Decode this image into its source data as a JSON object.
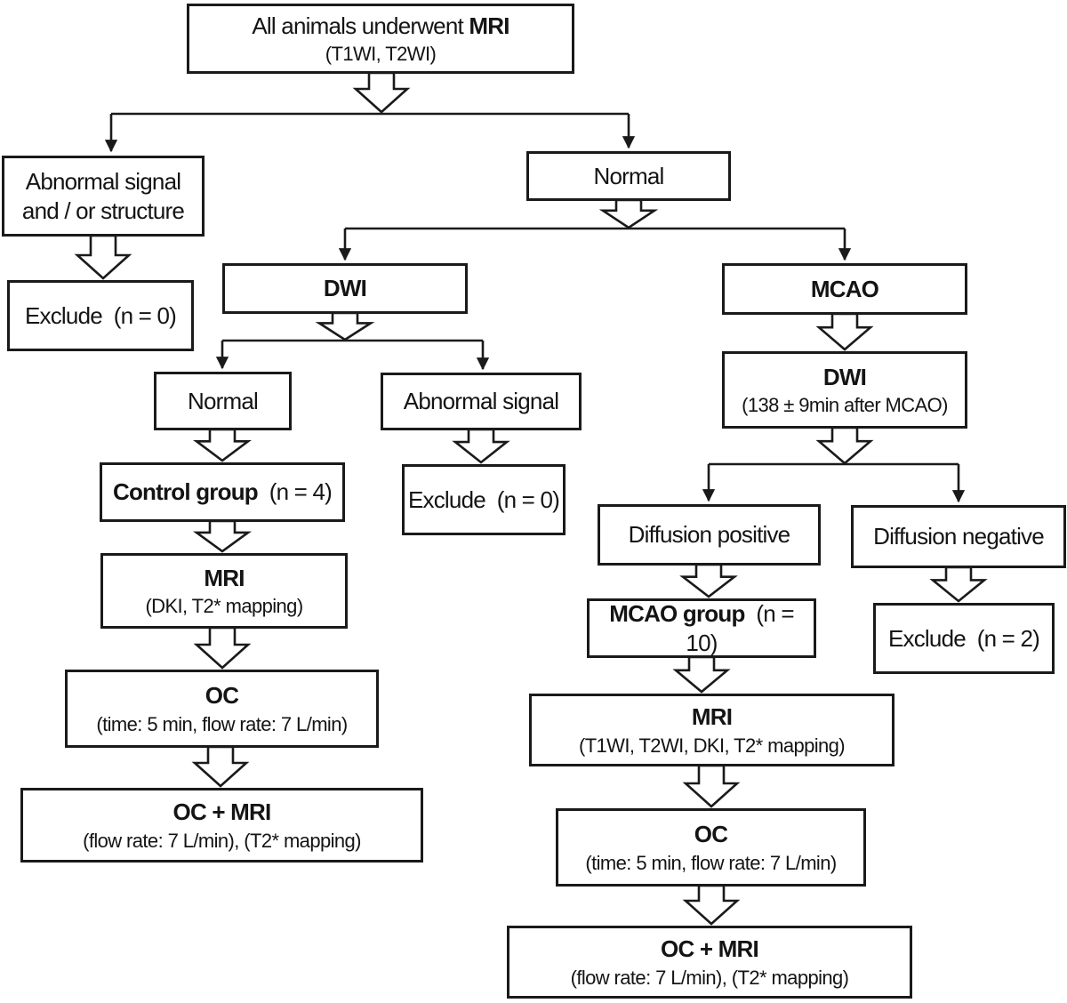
{
  "figure": {
    "type": "flowchart",
    "description": "Animal MRI study grouping flowchart",
    "background_color": "#ffffff",
    "line_color": "#1a1a1a",
    "box_fill": "#ffffff"
  },
  "nodes": {
    "root": {
      "pre": "All animals underwent ",
      "bold": "MRI",
      "sub": "(T1WI, T2WI)"
    },
    "abnormal_structure": {
      "label": "Abnormal signal and / or structure"
    },
    "exclude_structure": {
      "label": "Exclude  (n = 0)"
    },
    "normal_mri": {
      "label": "Normal"
    },
    "dwi_screen": {
      "bold": "DWI"
    },
    "mcao": {
      "bold": "MCAO"
    },
    "normal_dwi": {
      "label": "Normal"
    },
    "abnormal_dwi": {
      "label": "Abnormal signal"
    },
    "control_group": {
      "bold": "Control group",
      "rest": "  (n = 4)"
    },
    "exclude_dwi": {
      "label": "Exclude  (n = 0)"
    },
    "mri_control": {
      "bold": "MRI",
      "sub": "(DKI, T2* mapping)"
    },
    "oc_control": {
      "bold": "OC",
      "sub": "(time: 5 min, flow rate: 7 L/min)"
    },
    "ocmri_control": {
      "bold": "OC + MRI",
      "sub": "(flow rate: 7 L/min), (T2* mapping)"
    },
    "dwi_mcao": {
      "bold": "DWI",
      "sub": "(138 ± 9min after MCAO)"
    },
    "diffusion_positive": {
      "label": "Diffusion positive"
    },
    "diffusion_negative": {
      "label": "Diffusion negative"
    },
    "mcao_group": {
      "bold": "MCAO group",
      "rest": "  (n = 10)"
    },
    "exclude_diffusion": {
      "label": "Exclude  (n = 2)"
    },
    "mri_mcao": {
      "bold": "MRI",
      "sub": "(T1WI, T2WI, DKI, T2* mapping)"
    },
    "oc_mcao": {
      "bold": "OC",
      "sub": "(time: 5 min, flow rate: 7 L/min)"
    },
    "ocmri_mcao": {
      "bold": "OC + MRI",
      "sub": "(flow rate: 7 L/min), (T2* mapping)"
    }
  },
  "edges": [
    {
      "from": "root",
      "to": "abnormal_structure"
    },
    {
      "from": "root",
      "to": "normal_mri"
    },
    {
      "from": "abnormal_structure",
      "to": "exclude_structure"
    },
    {
      "from": "normal_mri",
      "to": "dwi_screen"
    },
    {
      "from": "normal_mri",
      "to": "mcao"
    },
    {
      "from": "dwi_screen",
      "to": "normal_dwi"
    },
    {
      "from": "dwi_screen",
      "to": "abnormal_dwi"
    },
    {
      "from": "normal_dwi",
      "to": "control_group"
    },
    {
      "from": "abnormal_dwi",
      "to": "exclude_dwi"
    },
    {
      "from": "control_group",
      "to": "mri_control"
    },
    {
      "from": "mri_control",
      "to": "oc_control"
    },
    {
      "from": "oc_control",
      "to": "ocmri_control"
    },
    {
      "from": "mcao",
      "to": "dwi_mcao"
    },
    {
      "from": "dwi_mcao",
      "to": "diffusion_positive"
    },
    {
      "from": "dwi_mcao",
      "to": "diffusion_negative"
    },
    {
      "from": "diffusion_positive",
      "to": "mcao_group"
    },
    {
      "from": "diffusion_negative",
      "to": "exclude_diffusion"
    },
    {
      "from": "mcao_group",
      "to": "mri_mcao"
    },
    {
      "from": "mri_mcao",
      "to": "oc_mcao"
    },
    {
      "from": "oc_mcao",
      "to": "ocmri_mcao"
    }
  ]
}
